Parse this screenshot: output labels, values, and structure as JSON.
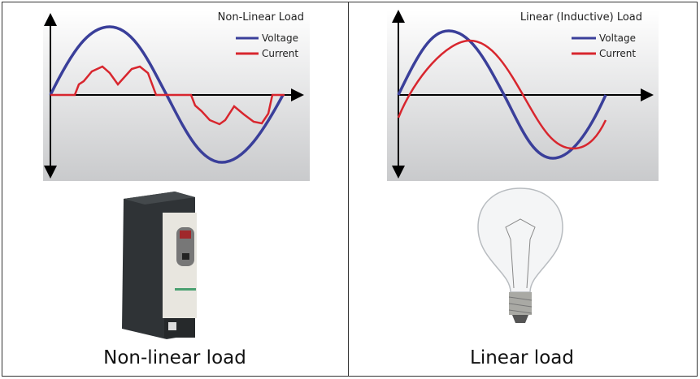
{
  "left": {
    "chart_title": "Non-Linear Load",
    "legend": [
      "Voltage",
      "Current"
    ],
    "caption": "Non-linear load",
    "image": "variable-frequency-drive"
  },
  "right": {
    "chart_title": "Linear (Inductive) Load",
    "legend": [
      "Voltage",
      "Current"
    ],
    "caption": "Linear load",
    "image": "incandescent-light-bulb"
  },
  "colors": {
    "voltage": "#3a3f9a",
    "current": "#d8262e"
  }
}
